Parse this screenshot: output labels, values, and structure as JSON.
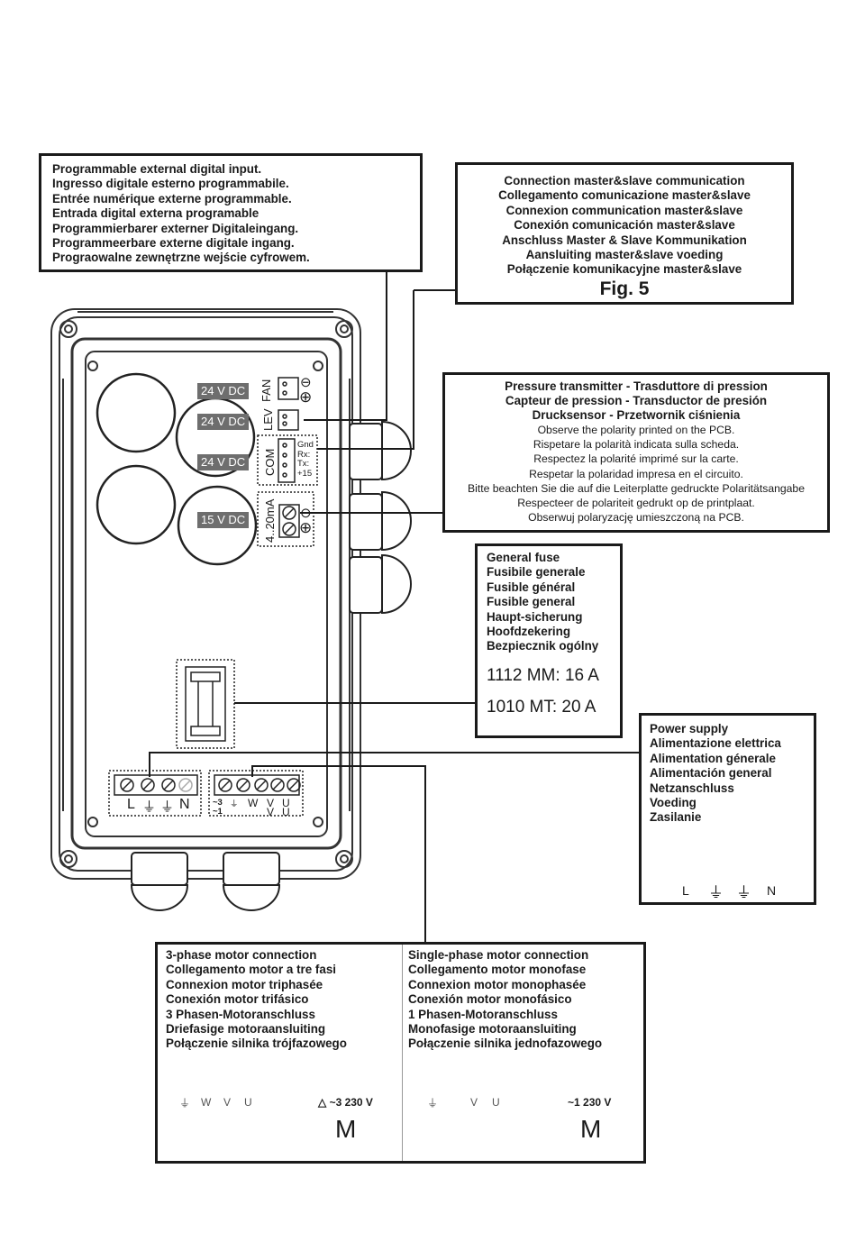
{
  "digital_input": {
    "lines": [
      "Programmable external digital input.",
      "Ingresso digitale esterno programmabile.",
      "Entrée numérique externe programmable.",
      "Entrada digital externa programable",
      "Programmierbarer externer Digitaleingang.",
      "Programmeerbare externe digitale ingang.",
      "Prograowalne zewnętrzne wejście cyfrowem."
    ]
  },
  "master_slave": {
    "lines": [
      "Connection master&slave communication",
      "Collegamento comunicazione master&slave",
      "Connexion communication master&slave",
      "Conexión comunicación master&slave",
      "Anschluss Master & Slave Kommunikation",
      "Aansluiting master&slave voeding",
      "Połączenie komunikacyjne master&slave"
    ],
    "figure_label": "Fig. 5"
  },
  "pressure": {
    "header_lines": [
      "Pressure transmitter - Trasduttore di pression",
      "Capteur de pression - Transductor de presión",
      "Drucksensor - Przetwornik ciśnienia"
    ],
    "warning_icon": "warning-triangle-icon",
    "warning_symbol": "!",
    "note_lines": [
      "Observe the polarity printed on the PCB.",
      "Rispetare la polarità indicata sulla scheda.",
      "Respectez la polarité imprimé sur la carte.",
      "Respetar la polaridad impresa en el circuito.",
      "Bitte beachten Sie die auf die Leiterplatte gedruckte Polaritätsangabe",
      "Respecteer de polariteit gedrukt op de printplaat.",
      "Obserwuj polaryzację umieszczoną na PCB."
    ]
  },
  "fuse": {
    "lines": [
      "General fuse",
      "Fusibile generale",
      "Fusible général",
      "Fusible general",
      "Haupt-sicherung",
      "Hoofdzekering",
      "Bezpiecznik ogólny"
    ],
    "ratings": [
      "1112 MM: 16 A",
      "1010 MT: 20 A"
    ]
  },
  "power": {
    "lines": [
      "Power supply",
      "Alimentazione elettrica",
      "Alimentation génerale",
      "Alimentación general",
      "Netzanschluss",
      "Voeding",
      "Zasilanie"
    ],
    "terminals": [
      "L",
      "⏚",
      "⏚",
      "N"
    ]
  },
  "motor_three": {
    "lines": [
      "3-phase motor connection",
      "Collegamento motor a tre fasi",
      "Connexion motor triphasée",
      "Conexión motor trifásico",
      "3 Phasen-Motoranschluss",
      "Driefasige motoraansluiting",
      "Połączenie silnika trójfazowego"
    ],
    "terminals": [
      "⏚",
      "W",
      "V",
      "U"
    ],
    "voltage": "△ ~3 230 V",
    "motor": "M"
  },
  "motor_single": {
    "lines": [
      "Single-phase motor connection",
      "Collegamento motor monofase",
      "Connexion motor monophasée",
      "Conexión motor monofásico",
      "1 Phasen-Motoranschluss",
      "Monofasige motoraansluiting",
      "Połączenie silnika jednofazowego"
    ],
    "terminals": [
      "⏚",
      "V",
      "U"
    ],
    "voltage": "~1 230 V",
    "motor": "M"
  },
  "pcb": {
    "supply_labels": [
      "24 V DC",
      "24 V DC",
      "24 V DC",
      "15 V DC"
    ],
    "connector_labels": {
      "fan": "FAN",
      "lev": "LEV",
      "com": "COM",
      "ma": "4..20mA",
      "com_pins": [
        "Gnd",
        "Rx:",
        "Tx:",
        "+15"
      ],
      "minus": "⊖",
      "plus": "⊕"
    },
    "power_terminals": [
      "L",
      "⏚",
      "⏚",
      "N"
    ],
    "motor_terminals": {
      "phase3": "~3",
      "phase1": "~1",
      "ground": "⏚",
      "w": "W",
      "v_top": "V",
      "u_top": "U",
      "v_bottom": "V",
      "u_bottom": "U"
    }
  },
  "colors": {
    "line": "#1a1a1a",
    "housing": "#333333",
    "label_bg": "#6e6e6e"
  }
}
